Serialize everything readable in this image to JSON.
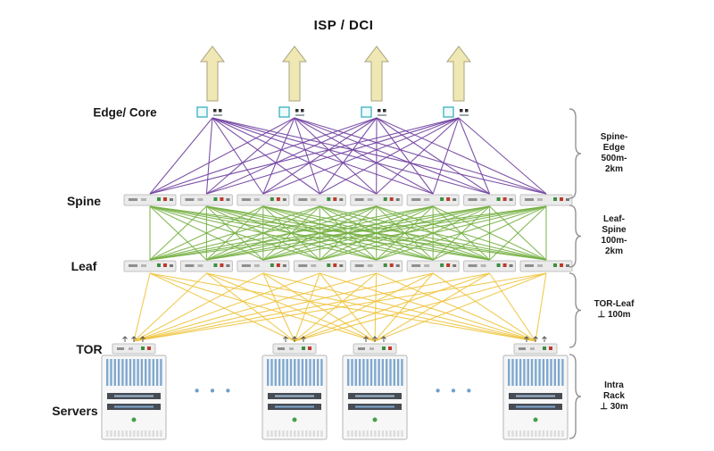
{
  "title": "ISP / DCI",
  "ellipsis": "• • •",
  "layers": {
    "edge_core": "Edge/ Core",
    "spine": "Spine",
    "leaf": "Leaf",
    "tor": "TOR",
    "servers": "Servers"
  },
  "counts": {
    "uplink_arrows": 4,
    "edge_devices": 4,
    "spine_switches": 8,
    "leaf_switches": 8,
    "tor_switches": 4,
    "server_racks": 4
  },
  "distance_annotations": [
    {
      "name": "spine-edge",
      "lines": [
        "Spine-",
        "Edge",
        "500m-",
        "2km"
      ]
    },
    {
      "name": "leaf-spine",
      "lines": [
        "Leaf-",
        "Spine",
        "100m-",
        "2km"
      ]
    },
    {
      "name": "tor-leaf",
      "lines": [
        "TOR-Leaf",
        "⊥ 100m"
      ]
    },
    {
      "name": "intra-rack",
      "lines": [
        "Intra",
        "Rack",
        "⊥ 30m"
      ]
    }
  ],
  "colors": {
    "edge_spine_links": "#7040a0",
    "spine_leaf_links": "#76b043",
    "leaf_tor_links": "#eec43e",
    "arrow_fill": "#efe8b4",
    "arrow_stroke": "#a8a27a",
    "rack_stripes": "#7fa8cf",
    "led_green": "#43a047"
  }
}
